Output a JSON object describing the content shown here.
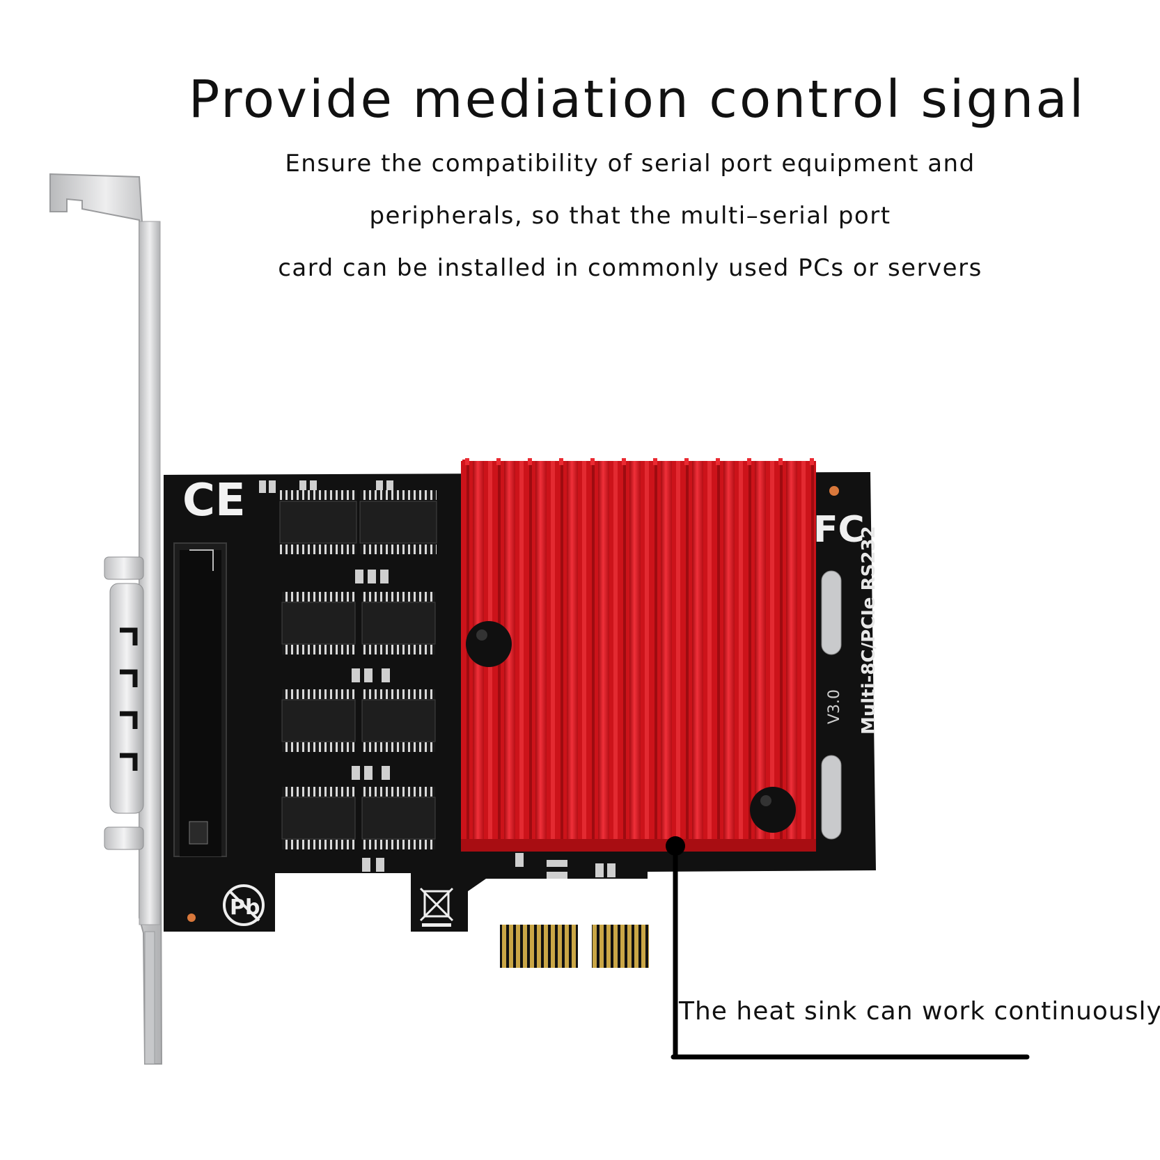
{
  "headline": "Provide mediation control signal",
  "description_lines": [
    "Ensure the compatibility of serial port equipment and",
    "peripherals, so that the multi–serial port",
    "card can be installed in commonly used PCs or servers"
  ],
  "callout": "The heat sink can work continuously",
  "board_markings": {
    "model": "Multi-8C/PCIe RS232",
    "version": "V3.0"
  },
  "colors": {
    "heatsink": "#d8141b",
    "pcb": "#111111",
    "bracket": "#cfd0d2",
    "gold_fingers": "#c9a646"
  }
}
